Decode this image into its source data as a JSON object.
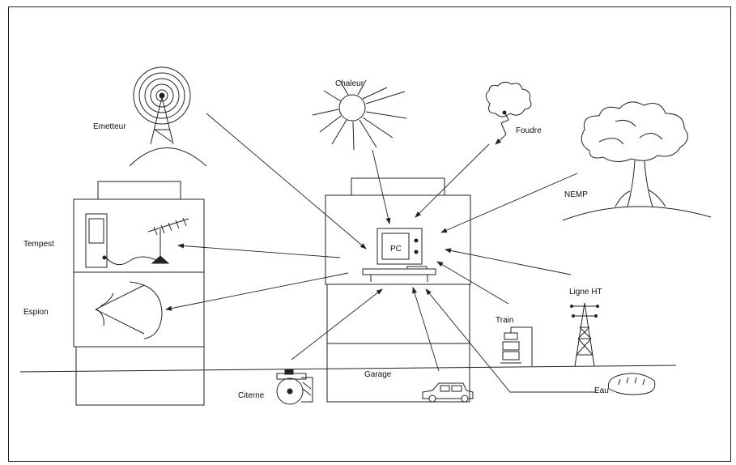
{
  "labels": {
    "emetteur": "Emetteur",
    "chaleur": "Chaleur",
    "foudre": "Foudre",
    "nemp": "NEMP",
    "tempest": "Tempest",
    "espion": "Espion",
    "pc": "PC",
    "ligne_ht": "Ligne HT",
    "train": "Train",
    "garage": "Garage",
    "citerne": "Citerne",
    "eau": "Eau"
  },
  "colors": {
    "stroke": "#222222",
    "background": "#ffffff"
  }
}
